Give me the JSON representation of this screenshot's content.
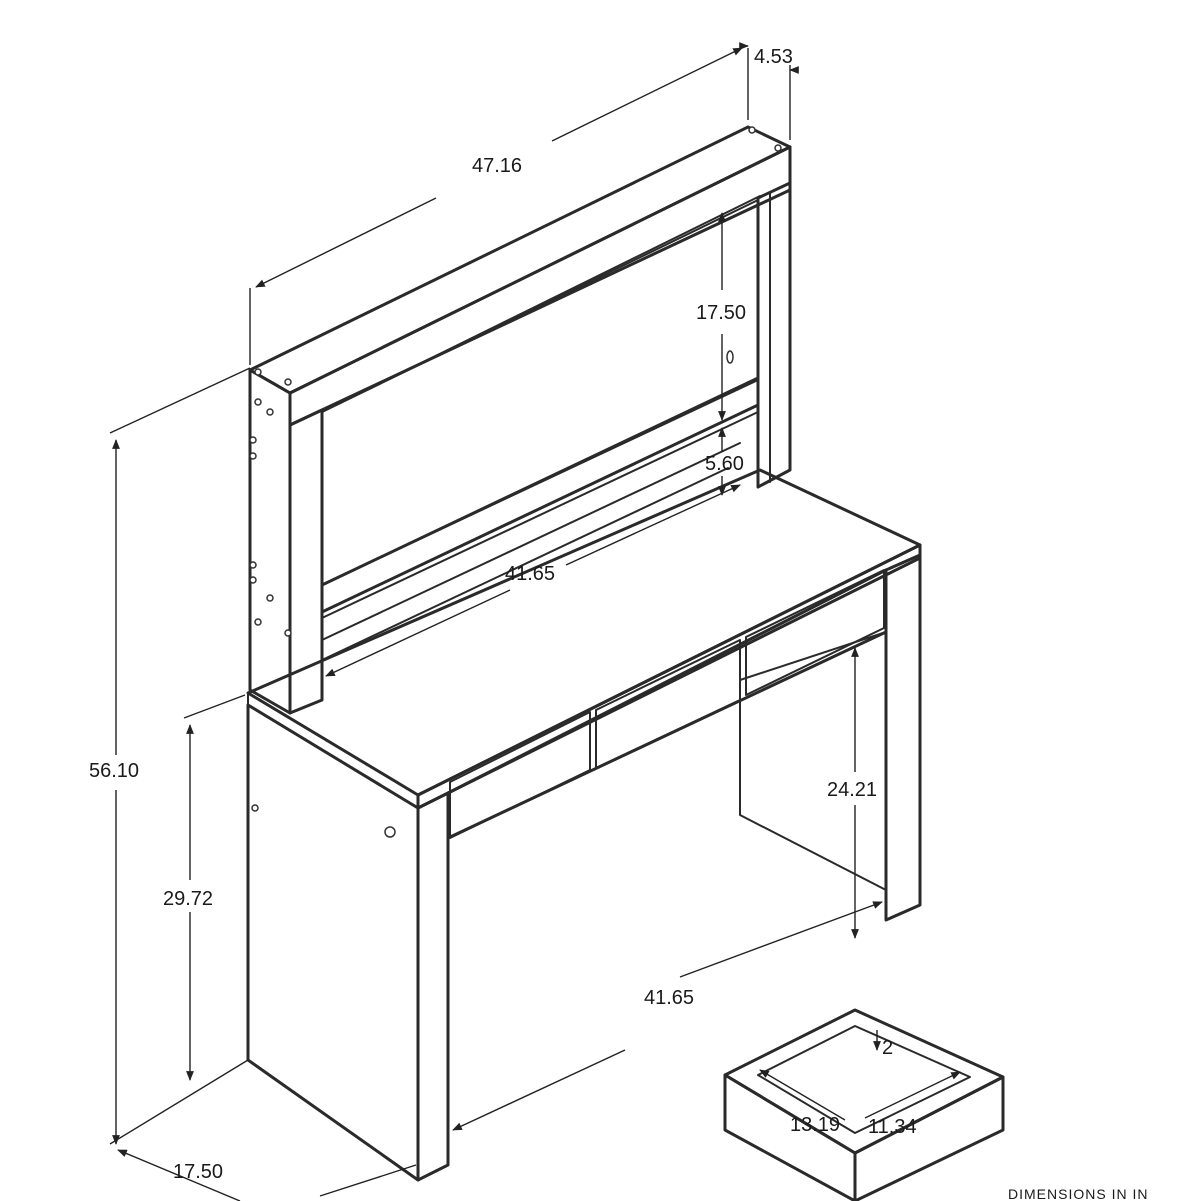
{
  "diagram": {
    "dimensions": {
      "hutch_width": "47.16",
      "hutch_depth": "4.53",
      "hutch_opening_height": "17.50",
      "shelf_gap": "5.60",
      "hutch_inner_width": "41.65",
      "total_height": "56.10",
      "desk_height": "29.72",
      "knee_height": "24.21",
      "desk_inner_width": "41.65",
      "desk_depth": "17.50",
      "drawer_depth": "2",
      "drawer_width": "13.19",
      "drawer_length": "11.34"
    },
    "footer_note": "DIMENSIONS IN IN"
  }
}
